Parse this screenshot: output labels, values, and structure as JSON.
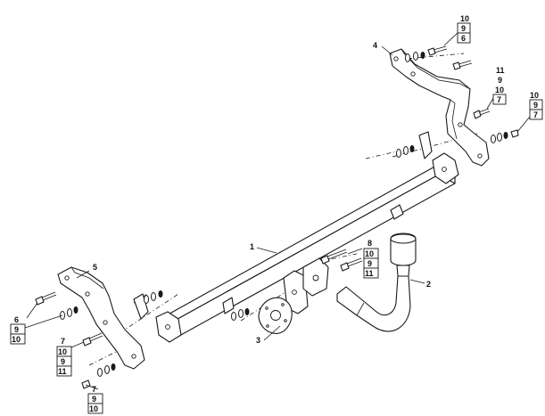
{
  "parts": {
    "p1": "1",
    "p2": "2",
    "p3": "3",
    "p4": "4",
    "p5": "5"
  },
  "callouts": {
    "top_a": [
      "10",
      "9",
      "6"
    ],
    "top_b": [
      "11",
      "9",
      "10",
      "7"
    ],
    "top_c": [
      "10",
      "9",
      "7"
    ],
    "left_a": [
      "6",
      "9",
      "10"
    ],
    "left_b": [
      "7",
      "10",
      "9",
      "11"
    ],
    "left_c": [
      "7",
      "9",
      "10"
    ],
    "center_a": [
      "8",
      "10",
      "9",
      "11"
    ]
  }
}
